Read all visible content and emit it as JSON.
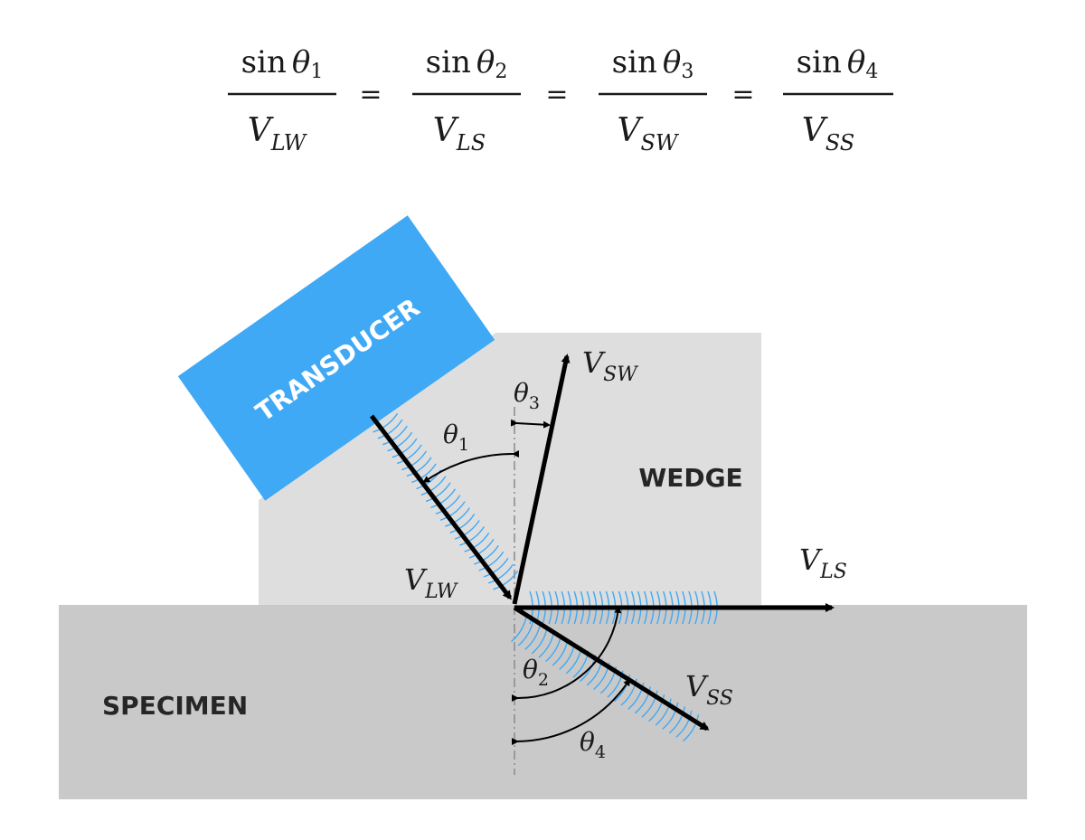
{
  "equation": {
    "terms": [
      {
        "num_func": "sin",
        "num_var": "θ",
        "num_sub": "1",
        "den_var": "V",
        "den_sub": "LW"
      },
      {
        "num_func": "sin",
        "num_var": "θ",
        "num_sub": "2",
        "den_var": "V",
        "den_sub": "LS"
      },
      {
        "num_func": "sin",
        "num_var": "θ",
        "num_sub": "3",
        "den_var": "V",
        "den_sub": "SW"
      },
      {
        "num_func": "sin",
        "num_var": "θ",
        "num_sub": "4",
        "den_var": "V",
        "den_sub": "SS"
      }
    ],
    "equals": "="
  },
  "diagram": {
    "transducer_label": "TRANSDUCER",
    "wedge_label": "WEDGE",
    "specimen_label": "SPECIMEN",
    "vectors": {
      "v_lw": {
        "base": "V",
        "sub": "LW"
      },
      "v_sw": {
        "base": "V",
        "sub": "SW"
      },
      "v_ls": {
        "base": "V",
        "sub": "LS"
      },
      "v_ss": {
        "base": "V",
        "sub": "SS"
      }
    },
    "angles": {
      "theta1": {
        "base": "θ",
        "sub": "1"
      },
      "theta2": {
        "base": "θ",
        "sub": "2"
      },
      "theta3": {
        "base": "θ",
        "sub": "3"
      },
      "theta4": {
        "base": "θ",
        "sub": "4"
      }
    }
  },
  "colors": {
    "transducer": "#3fa9f5",
    "wedge": "#dedede",
    "specimen": "#c9c9c9",
    "wave": "#3fa9f5",
    "arrow": "#000000"
  }
}
